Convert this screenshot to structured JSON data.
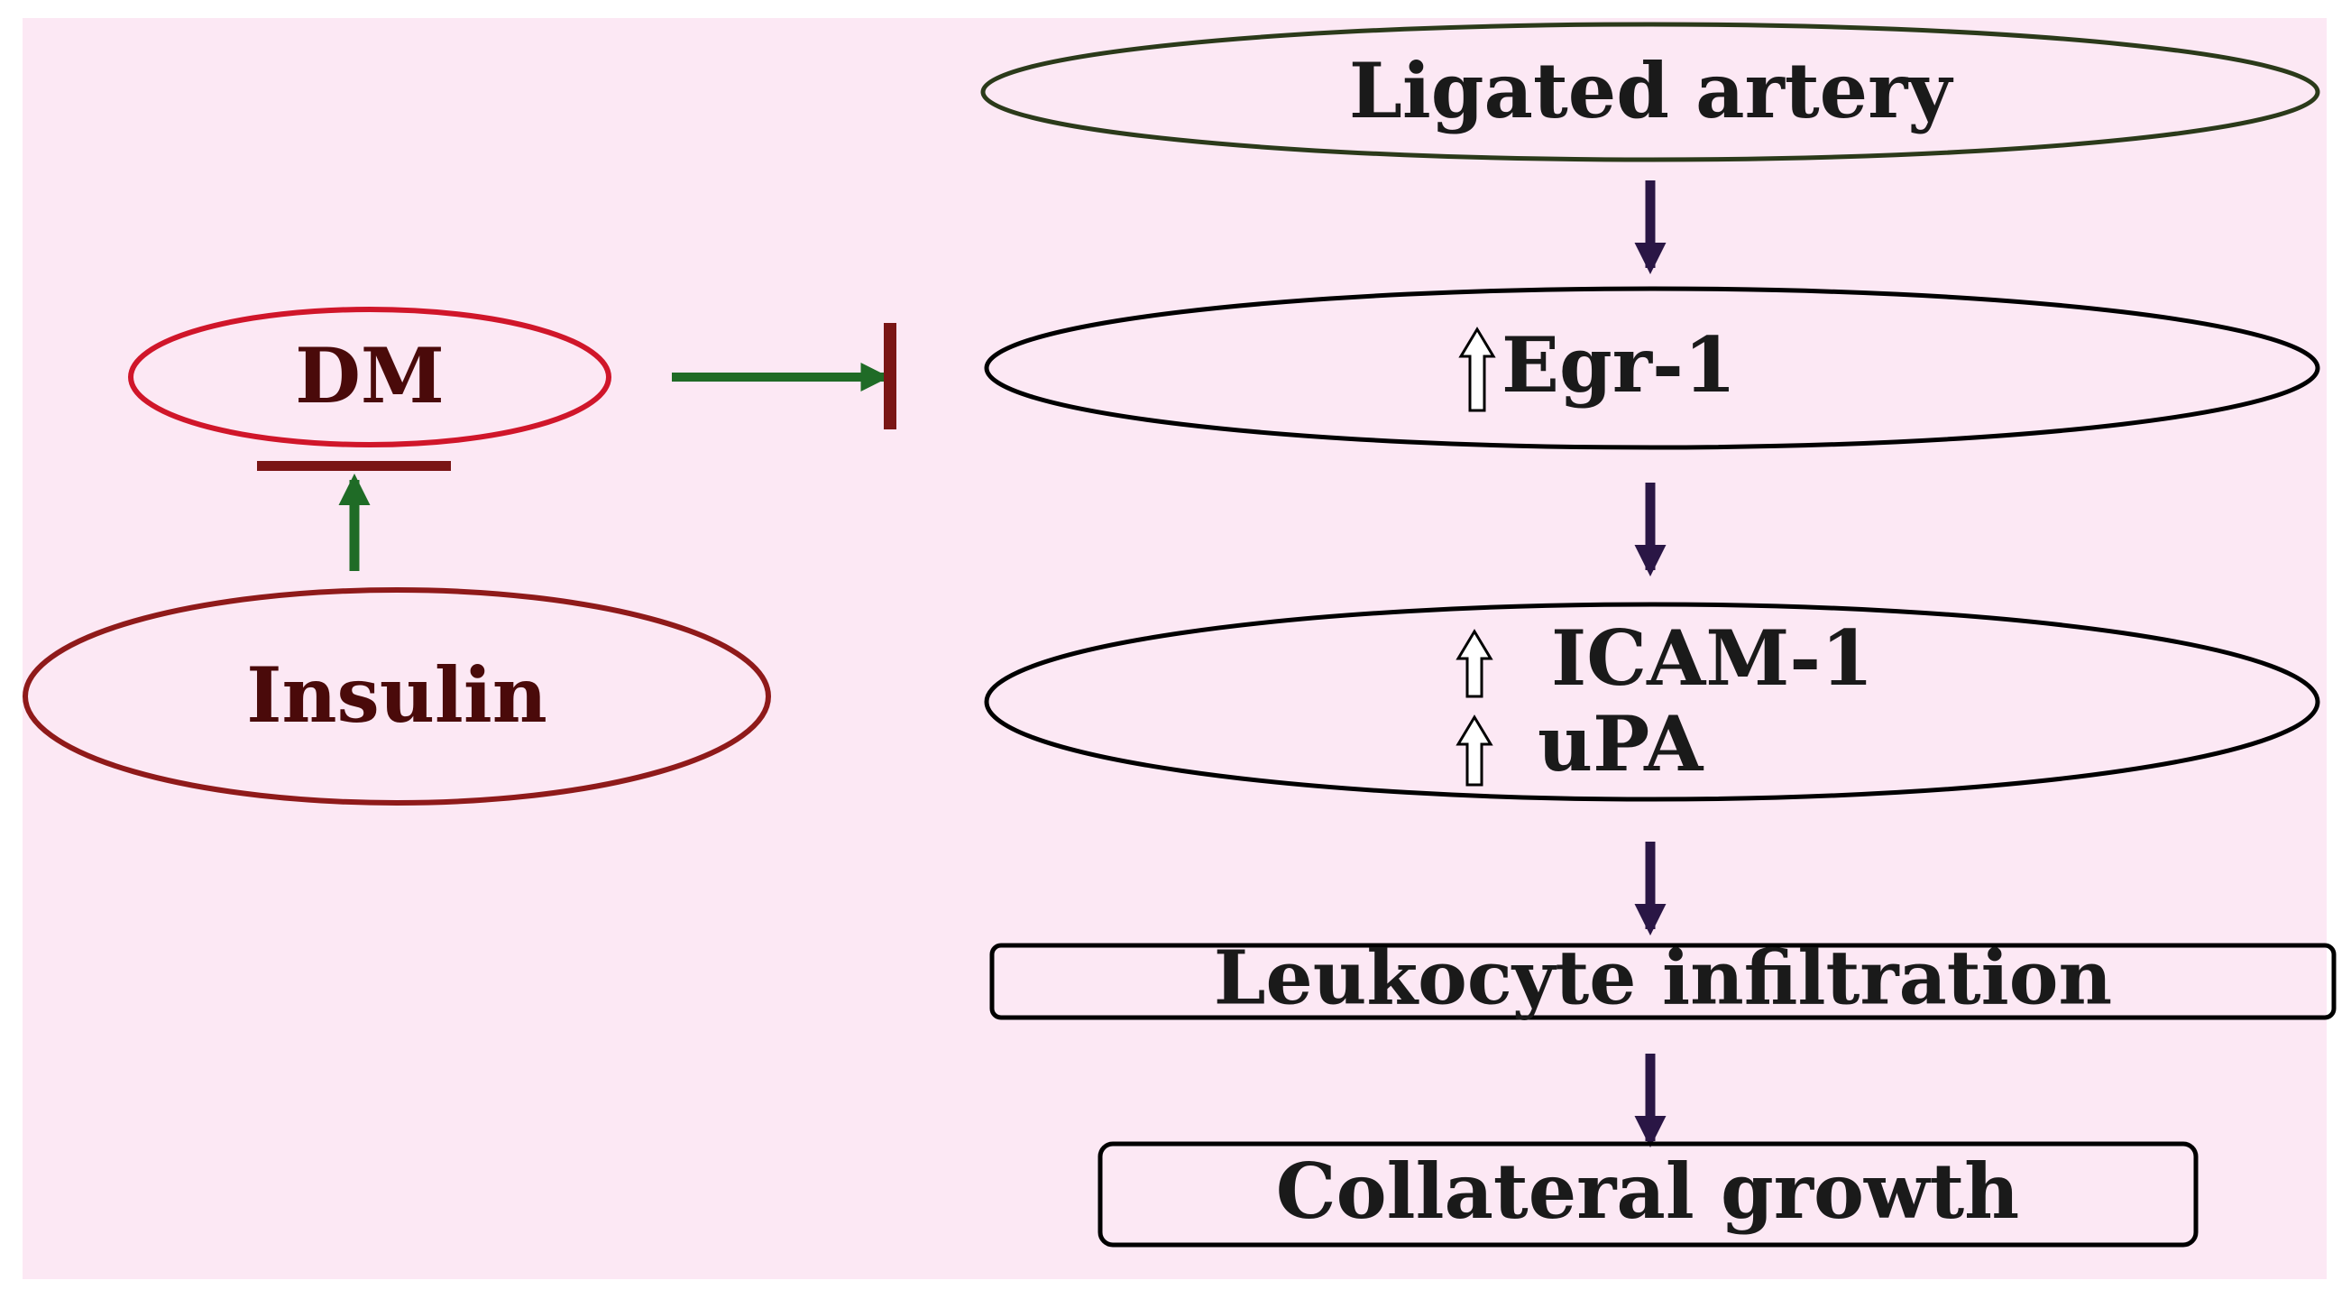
{
  "nodes": {
    "ligated_artery": "Ligated artery",
    "egr1": "Egr-1",
    "icam1": "ICAM-1",
    "upa": "uPA",
    "leukocyte": "Leukocyte infiltration",
    "collateral": "Collateral growth",
    "dm": "DM",
    "insulin": "Insulin"
  },
  "colors": {
    "background": "#fce8f4",
    "flow_arrow": "#2a1645",
    "activation_arrow": "#1f6b26",
    "inhibition_bar": "#7a1515",
    "dm_outline": "#d0162a",
    "insulin_outline": "#8f1a1a",
    "right_outline": "#2b3a1a"
  },
  "icons": {
    "increase": "hollow-up-arrow-icon"
  }
}
